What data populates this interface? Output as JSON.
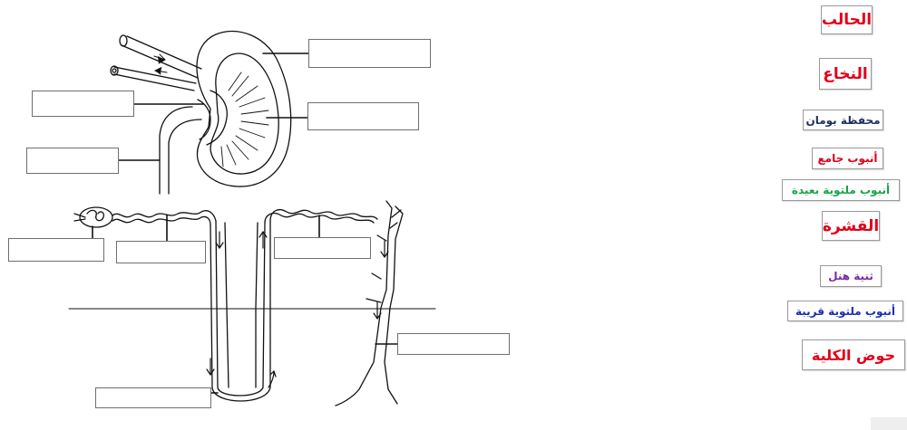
{
  "labels": [
    {
      "text": "الحالب",
      "color": "#e0001a"
    },
    {
      "text": "النخاع",
      "color": "#e0001a"
    },
    {
      "text": "محفظة بومان",
      "color": "#1c2e5c"
    },
    {
      "text": "أنبوب جامع",
      "color": "#e0001a"
    },
    {
      "text": "أنبوب ملتوية بعيدة",
      "color": "#17a34a"
    },
    {
      "text": "القشرة",
      "color": "#e0001a"
    },
    {
      "text": "ثنية هنل",
      "color": "#7a2aa6"
    },
    {
      "text": "أنبوب ملتوية قريبة",
      "color": "#1a2fb3"
    },
    {
      "text": "حوض الكلية",
      "color": "#e0001a"
    }
  ],
  "colors": {
    "line": "#111111",
    "box_border": "#6f6f6f"
  },
  "icons": {
    "flow_arrows": "arrow-icon"
  }
}
